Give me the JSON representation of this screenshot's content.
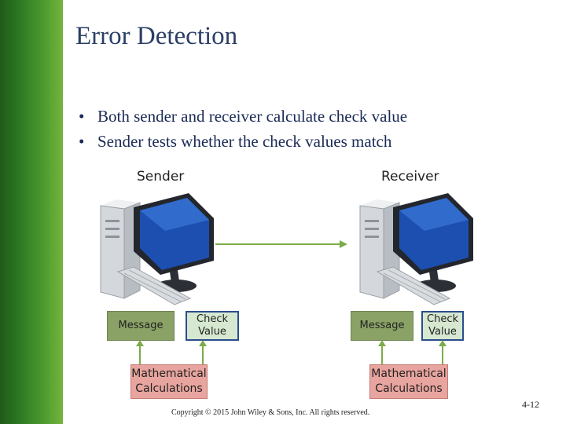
{
  "slide": {
    "title": "Error Detection",
    "bullets": [
      "Both sender and receiver calculate check value",
      "Sender tests whether the check values match"
    ],
    "bullet_glyph": "•"
  },
  "diagram": {
    "sender": {
      "label": "Sender",
      "message": "Message",
      "check_value": "Check\nValue",
      "calculations": "Mathematical\nCalculations"
    },
    "receiver": {
      "label": "Receiver",
      "message": "Message",
      "check_value": "Check\nValue",
      "calculations": "Mathematical\nCalculations"
    },
    "colors": {
      "message_fill": "#8aa266",
      "check_fill": "#d6e8d0",
      "check_border": "#2b4d8c",
      "calc_fill": "#e8a49e",
      "arrow": "#7cab4a"
    },
    "icons": [
      "desktop-computer-icon",
      "arrow-right-icon",
      "arrow-up-icon"
    ]
  },
  "footer": {
    "copyright": "Copyright © 2015 John Wiley & Sons, Inc. All rights reserved.",
    "page_number": "4-12"
  }
}
